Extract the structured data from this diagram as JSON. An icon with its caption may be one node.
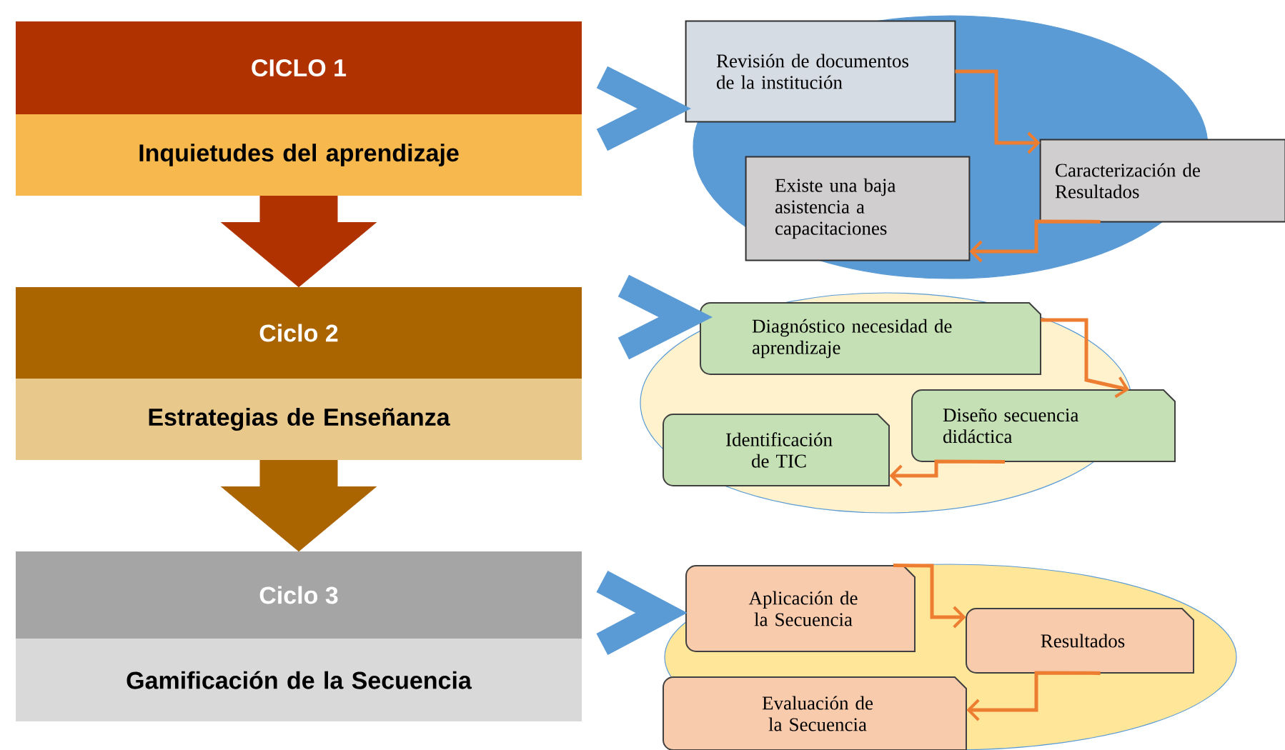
{
  "diagram": {
    "nodes": [
      {
        "text": [
          "CICLO 1",
          "Inquietudes del aprendizaje"
        ]
      },
      {
        "text": [
          "Ciclo 2",
          "Estrategias de Enseñanza"
        ]
      },
      {
        "text": [
          "Ciclo 3",
          "Gamificación de la Secuencia"
        ]
      },
      {
        "text": [],
        "shape": "ellipse"
      },
      {
        "text": [
          "Revisión de documentos de la institución"
        ],
        "in": 3
      },
      {
        "text": [
          "Caracterización de Resultados"
        ]
      },
      {
        "text": [
          "Existe una baja asistencia a capacitaciones"
        ],
        "in": 3
      },
      {
        "text": [],
        "shape": "ellipse"
      },
      {
        "text": [
          "Diagnóstico necesidad de aprendizaje"
        ],
        "in": 7
      },
      {
        "text": [
          "Diseño secuencia didáctica"
        ]
      },
      {
        "text": [
          "Identificación de TIC"
        ],
        "in": 7
      },
      {
        "text": [],
        "shape": "ellipse"
      },
      {
        "text": [
          "Aplicación de la Secuencia"
        ],
        "in": 11
      },
      {
        "text": [
          "Resultados"
        ],
        "in": 11
      },
      {
        "text": [
          "Evaluación de la Secuencia"
        ],
        "in": 11
      }
    ],
    "edges": [
      {
        "from": 0,
        "to": 1,
        "arrow": "to",
        "style": "thick",
        "color": "#b03200"
      },
      {
        "from": 1,
        "to": 2,
        "arrow": "to",
        "style": "thick",
        "color": "#aa6400"
      },
      {
        "from": 0,
        "to": 3,
        "arrow": "to",
        "style": "thick",
        "color": "#5b9bd5"
      },
      {
        "from": 1,
        "to": 7,
        "arrow": "to",
        "style": "thick",
        "color": "#5b9bd5"
      },
      {
        "from": 2,
        "to": 11,
        "arrow": "to",
        "style": "thick",
        "color": "#5b9bd5"
      },
      {
        "from": 4,
        "to": 5,
        "arrow": "to"
      },
      {
        "from": 5,
        "to": 6,
        "arrow": "to"
      },
      {
        "from": 8,
        "to": 9,
        "arrow": "to"
      },
      {
        "from": 9,
        "to": 10,
        "arrow": "to"
      },
      {
        "from": 12,
        "to": 13,
        "arrow": "to"
      },
      {
        "from": 13,
        "to": 14,
        "arrow": "to"
      }
    ]
  }
}
